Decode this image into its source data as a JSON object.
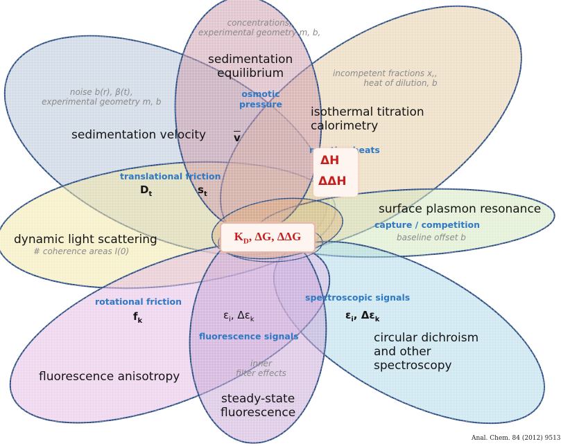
{
  "methods": {
    "se_title": "sedimentation",
    "se_title2": "equilibrium",
    "sv": "sedimentation velocity",
    "itc": "isothermal titration",
    "itc2": "calorimetry",
    "dls": "dynamic light scattering",
    "spr": "surface plasmon resonance",
    "fa": "fluorescence anisotropy",
    "cd": "circular dichroism",
    "cd2": "and other",
    "cd3": "spectroscopy",
    "ssf": "steady-state",
    "ssf2": "fluorescence"
  },
  "blue_labels": {
    "osmotic": "osmotic",
    "pressure": "pressure",
    "reaction_heats": "reaction heats",
    "translational_friction": "translational friction",
    "capture": "capture / competition",
    "rotational_friction": "rotational friction",
    "spectroscopic": "spectroscopic signals",
    "fluorescence_signals": "fluorescence signals"
  },
  "gray_labels": {
    "se_geom1": "concentrations,",
    "se_geom2": "experimental geometry m, b,",
    "noise1": "noise b(r), β(t),",
    "noise2": "experimental geometry m, b",
    "incompetent1": "incompetent fractions x,,",
    "incompetent2": "heat of dilution, b",
    "baseline": "baseline offset b",
    "coherence": "# coherence areas I(0)",
    "inner1": "inner",
    "inner2": "filter effects"
  },
  "symbols": {
    "vbar": "v",
    "dt": "D",
    "dt_sub": "t",
    "st": "s",
    "st_sub": "t",
    "fk": "f",
    "fk_sub": "k",
    "eps_mid": "ε",
    "eps_mid_sub": "i",
    "eps_mid_mid": ", Δε",
    "eps_mid_sub2": "k",
    "eps_right": "ε",
    "eps_right_sub": "i",
    "eps_right_mid": ", Δε",
    "eps_right_sub2": "k"
  },
  "red_labels": {
    "dh": "ΔH",
    "ddh": "ΔΔH",
    "kd": "K",
    "kd_sub": "D",
    "kd_rest": ", ΔG, ΔΔG"
  },
  "citation": "Anal. Chem. 84 (2012) 9513",
  "colors": {
    "se": "#c995a8",
    "sv": "#aebfd4",
    "itc": "#e2c99c",
    "dls": "#efe3a0",
    "spr": "#cfe3b8",
    "fa": "#e0b7e2",
    "cd": "#a7d5e6",
    "ssf": "#c4a2d4",
    "outline": "#2e4f84",
    "blue_text": "#2f78c4",
    "red_text": "#c4201f"
  }
}
